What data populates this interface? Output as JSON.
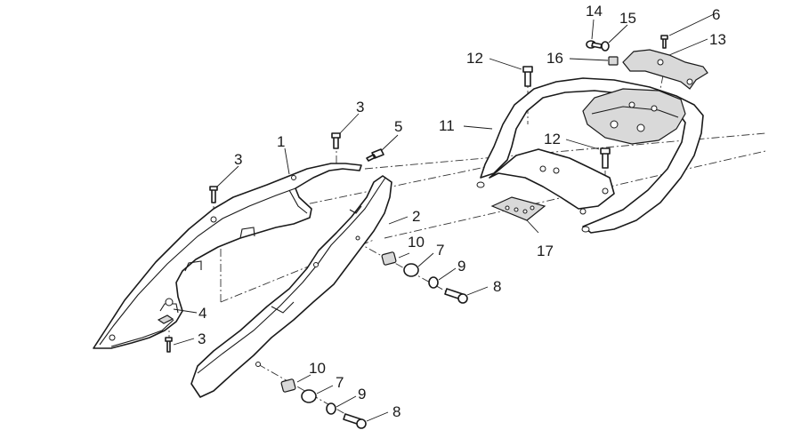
{
  "callouts": [
    {
      "id": "c1",
      "label": "1"
    },
    {
      "id": "c2",
      "label": "2"
    },
    {
      "id": "c3a",
      "label": "3"
    },
    {
      "id": "c3b",
      "label": "3"
    },
    {
      "id": "c3c",
      "label": "3"
    },
    {
      "id": "c4",
      "label": "4"
    },
    {
      "id": "c5",
      "label": "5"
    },
    {
      "id": "c6",
      "label": "6"
    },
    {
      "id": "c7a",
      "label": "7"
    },
    {
      "id": "c7b",
      "label": "7"
    },
    {
      "id": "c8a",
      "label": "8"
    },
    {
      "id": "c8b",
      "label": "8"
    },
    {
      "id": "c9a",
      "label": "9"
    },
    {
      "id": "c9b",
      "label": "9"
    },
    {
      "id": "c10a",
      "label": "10"
    },
    {
      "id": "c10b",
      "label": "10"
    },
    {
      "id": "c11",
      "label": "11"
    },
    {
      "id": "c12a",
      "label": "12"
    },
    {
      "id": "c12b",
      "label": "12"
    },
    {
      "id": "c13",
      "label": "13"
    },
    {
      "id": "c14",
      "label": "14"
    },
    {
      "id": "c15",
      "label": "15"
    },
    {
      "id": "c16",
      "label": "16"
    },
    {
      "id": "c17",
      "label": "17"
    }
  ]
}
